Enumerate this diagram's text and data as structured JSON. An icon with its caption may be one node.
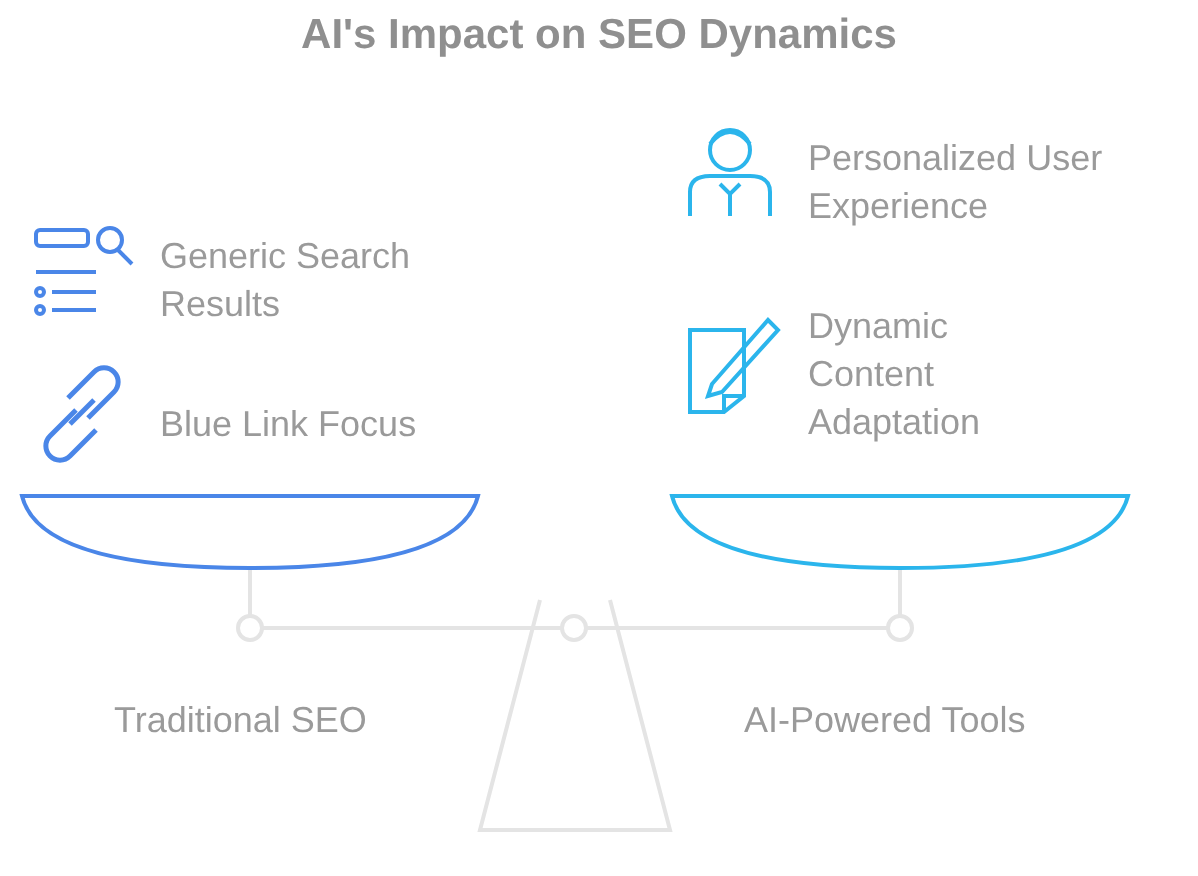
{
  "diagram": {
    "title": "AI's Impact on SEO Dynamics",
    "labels": [
      "Personalized User Experience",
      "Generic Search Results",
      "Dynamic Content Adaptation",
      "Blue Link Focus",
      "Traditional SEO",
      "AI-Powered Tools"
    ]
  }
}
